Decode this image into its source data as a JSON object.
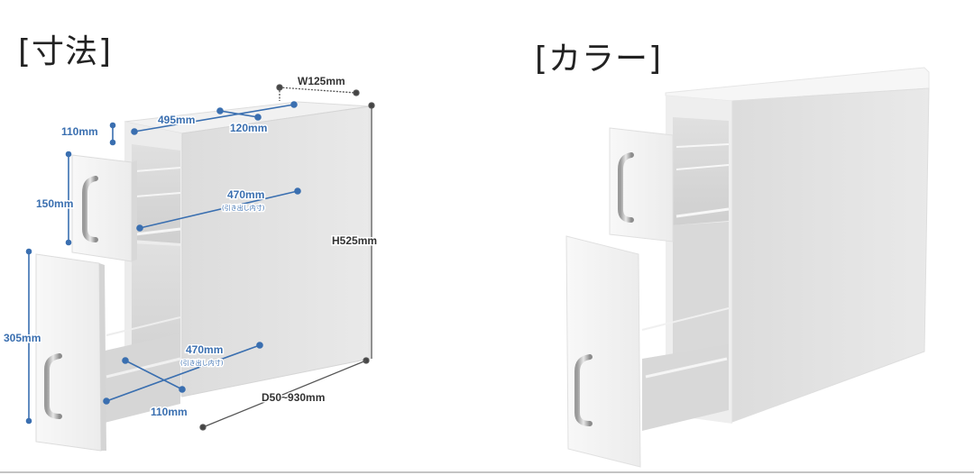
{
  "sections": {
    "dimensions": {
      "title": "[寸法]"
    },
    "color": {
      "title": "[カラー]"
    }
  },
  "dimensions": {
    "width": "W125mm",
    "height": "H525mm",
    "depth": "D50~930mm",
    "top_depth": "495mm",
    "top_width": "120mm",
    "top_drawer_gap": "110mm",
    "upper_drawer_height": "150mm",
    "upper_drawer_inner_depth": "470mm",
    "upper_drawer_inner_note": "(引き出し内寸)",
    "lower_drawer_height": "305mm",
    "lower_drawer_inner_depth": "470mm",
    "lower_drawer_inner_note": "(引き出し内寸)",
    "lower_drawer_inner_width": "110mm"
  },
  "colors": {
    "dimension_blue": "#3a6fb0",
    "dimension_dark": "#444444",
    "product_white": "#f4f4f4"
  }
}
